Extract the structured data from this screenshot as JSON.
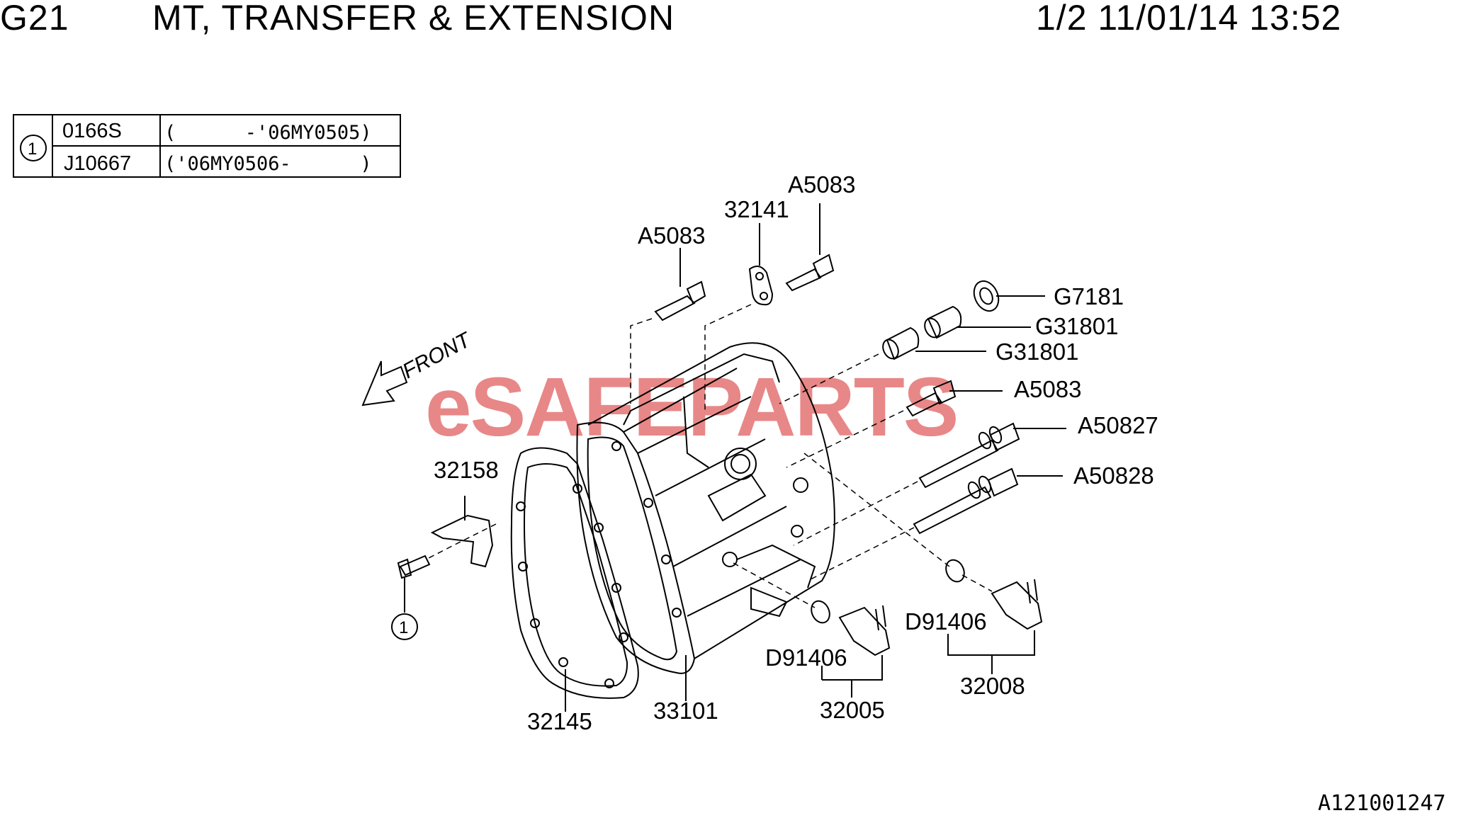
{
  "header": {
    "code": "G21",
    "title": "MT, TRANSFER & EXTENSION",
    "page_date": "1/2 11/01/14 13:52"
  },
  "applicability_table": {
    "ref_symbol": "1",
    "rows": [
      {
        "part": "0166S",
        "range": "(      -'06MY0505)"
      },
      {
        "part": "J10667",
        "range": "('06MY0506-      )"
      }
    ]
  },
  "front_label": "FRONT",
  "watermark": "eSAFEPARTS",
  "callouts": {
    "a5083_left": "A5083",
    "p32141": "32141",
    "a5083_top": "A5083",
    "g7181": "G7181",
    "g31801_a": "G31801",
    "g31801_b": "G31801",
    "a5083_right": "A5083",
    "a50827": "A50827",
    "a50828": "A50828",
    "p32158": "32158",
    "ref_circle": "1",
    "d91406_left": "D91406",
    "d91406_right": "D91406",
    "p32008": "32008",
    "p32005": "32005",
    "p32145": "32145",
    "p33101": "33101"
  },
  "diagram_code": "A121001247"
}
